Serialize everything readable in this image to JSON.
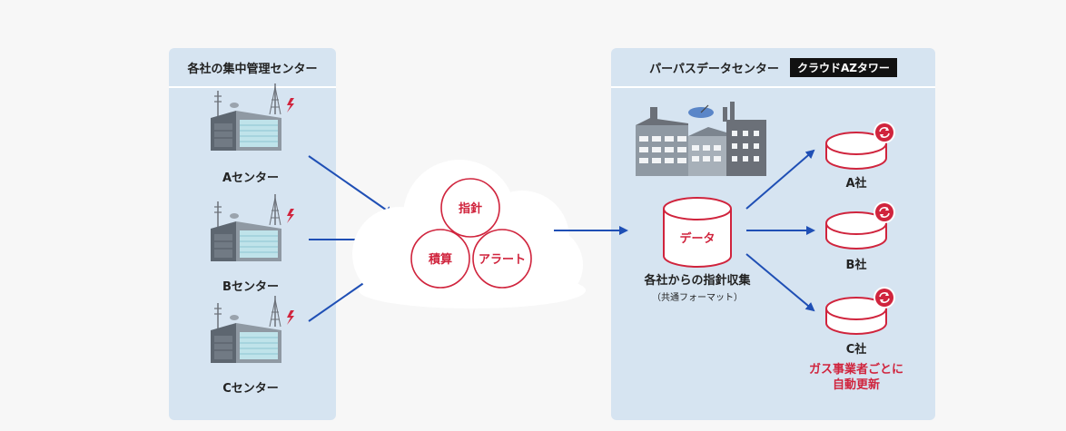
{
  "left_panel": {
    "title": "各社の集中管理センター",
    "centers": [
      "Aセンター",
      "Bセンター",
      "Cセンター"
    ]
  },
  "cloud": {
    "circles": [
      "指針",
      "積算",
      "アラート"
    ]
  },
  "right_panel": {
    "title": "パーパスデータセンター",
    "badge": "クラウドAZタワー",
    "data_label": "データ",
    "collection_label": "各社からの指針収集",
    "format_label": "（共通フォーマット）",
    "companies": [
      "A社",
      "B社",
      "C社"
    ],
    "auto_update_line1": "ガス事業者ごとに",
    "auto_update_line2": "自動更新"
  },
  "colors": {
    "panel": "#d6e4f1",
    "accent_red": "#d0243d",
    "arrow_blue": "#1f4fb5"
  }
}
